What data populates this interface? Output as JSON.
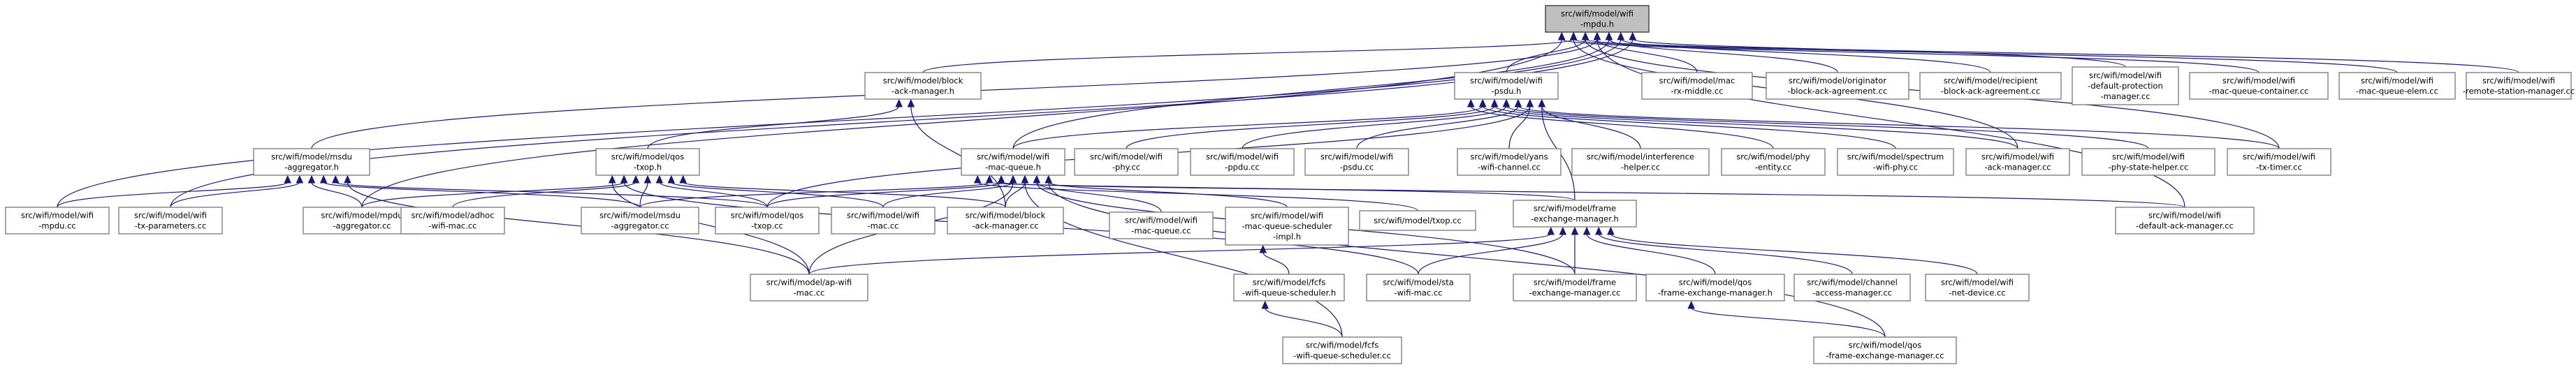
{
  "graph": {
    "nodes": [
      {
        "id": "root",
        "lines": [
          "src/wifi/model/wifi",
          "-mpdu.h"
        ],
        "root": true
      },
      {
        "id": "block_ack_manager_h",
        "lines": [
          "src/wifi/model/block",
          "-ack-manager.h"
        ]
      },
      {
        "id": "wifi_psdu_h",
        "lines": [
          "src/wifi/model/wifi",
          "-psdu.h"
        ]
      },
      {
        "id": "mac_rx_middle_cc",
        "lines": [
          "src/wifi/model/mac",
          "-rx-middle.cc"
        ]
      },
      {
        "id": "originator_cc",
        "lines": [
          "src/wifi/model/originator",
          "-block-ack-agreement.cc"
        ]
      },
      {
        "id": "recipient_cc",
        "lines": [
          "src/wifi/model/recipient",
          "-block-ack-agreement.cc"
        ]
      },
      {
        "id": "default_protection_cc",
        "lines": [
          "src/wifi/model/wifi",
          "-default-protection",
          "-manager.cc"
        ]
      },
      {
        "id": "queue_container_cc",
        "lines": [
          "src/wifi/model/wifi",
          "-mac-queue-container.cc"
        ]
      },
      {
        "id": "queue_elem_cc",
        "lines": [
          "src/wifi/model/wifi",
          "-mac-queue-elem.cc"
        ]
      },
      {
        "id": "remote_station_cc",
        "lines": [
          "src/wifi/model/wifi",
          "-remote-station-manager.cc"
        ]
      },
      {
        "id": "msdu_aggregator_h",
        "lines": [
          "src/wifi/model/msdu",
          "-aggregator.h"
        ]
      },
      {
        "id": "qos_txop_h",
        "lines": [
          "src/wifi/model/qos",
          "-txop.h"
        ]
      },
      {
        "id": "mac_queue_h",
        "lines": [
          "src/wifi/model/wifi",
          "-mac-queue.h"
        ]
      },
      {
        "id": "wifi_phy_cc",
        "lines": [
          "src/wifi/model/wifi",
          "-phy.cc"
        ]
      },
      {
        "id": "wifi_ppdu_cc",
        "lines": [
          "src/wifi/model/wifi",
          "-ppdu.cc"
        ]
      },
      {
        "id": "wifi_psdu_cc",
        "lines": [
          "src/wifi/model/wifi",
          "-psdu.cc"
        ]
      },
      {
        "id": "yans_channel_cc",
        "lines": [
          "src/wifi/model/yans",
          "-wifi-channel.cc"
        ]
      },
      {
        "id": "interference_cc",
        "lines": [
          "src/wifi/model/interference",
          "-helper.cc"
        ]
      },
      {
        "id": "phy_entity_cc",
        "lines": [
          "src/wifi/model/phy",
          "-entity.cc"
        ]
      },
      {
        "id": "spectrum_phy_cc",
        "lines": [
          "src/wifi/model/spectrum",
          "-wifi-phy.cc"
        ]
      },
      {
        "id": "ack_manager_cc",
        "lines": [
          "src/wifi/model/wifi",
          "-ack-manager.cc"
        ]
      },
      {
        "id": "phy_state_cc",
        "lines": [
          "src/wifi/model/wifi",
          "-phy-state-helper.cc"
        ]
      },
      {
        "id": "tx_timer_cc",
        "lines": [
          "src/wifi/model/wifi",
          "-tx-timer.cc"
        ]
      },
      {
        "id": "wifi_mpdu_cc",
        "lines": [
          "src/wifi/model/wifi",
          "-mpdu.cc"
        ]
      },
      {
        "id": "tx_parameters_cc",
        "lines": [
          "src/wifi/model/wifi",
          "-tx-parameters.cc"
        ]
      },
      {
        "id": "mpdu_aggregator_cc",
        "lines": [
          "src/wifi/model/mpdu",
          "-aggregator.cc"
        ]
      },
      {
        "id": "adhoc_mac_cc",
        "lines": [
          "src/wifi/model/adhoc",
          "-wifi-mac.cc"
        ]
      },
      {
        "id": "msdu_aggregator_cc",
        "lines": [
          "src/wifi/model/msdu",
          "-aggregator.cc"
        ]
      },
      {
        "id": "qos_txop_cc",
        "lines": [
          "src/wifi/model/qos",
          "-txop.cc"
        ]
      },
      {
        "id": "wifi_mac_cc",
        "lines": [
          "src/wifi/model/wifi",
          "-mac.cc"
        ]
      },
      {
        "id": "block_ack_manager_cc",
        "lines": [
          "src/wifi/model/block",
          "-ack-manager.cc"
        ]
      },
      {
        "id": "mac_queue_cc",
        "lines": [
          "src/wifi/model/wifi",
          "-mac-queue.cc"
        ]
      },
      {
        "id": "queue_scheduler_impl_h",
        "lines": [
          "src/wifi/model/wifi",
          "-mac-queue-scheduler",
          "-impl.h"
        ]
      },
      {
        "id": "txop_cc",
        "lines": [
          "src/wifi/model/txop.cc"
        ]
      },
      {
        "id": "frame_exchange_h",
        "lines": [
          "src/wifi/model/frame",
          "-exchange-manager.h"
        ]
      },
      {
        "id": "default_ack_cc",
        "lines": [
          "src/wifi/model/wifi",
          "-default-ack-manager.cc"
        ]
      },
      {
        "id": "ap_wifi_mac_cc",
        "lines": [
          "src/wifi/model/ap-wifi",
          "-mac.cc"
        ]
      },
      {
        "id": "fcfs_scheduler_h",
        "lines": [
          "src/wifi/model/fcfs",
          "-wifi-queue-scheduler.h"
        ]
      },
      {
        "id": "sta_wifi_mac_cc",
        "lines": [
          "src/wifi/model/sta",
          "-wifi-mac.cc"
        ]
      },
      {
        "id": "frame_exchange_cc",
        "lines": [
          "src/wifi/model/frame",
          "-exchange-manager.cc"
        ]
      },
      {
        "id": "qos_frame_exchange_h",
        "lines": [
          "src/wifi/model/qos",
          "-frame-exchange-manager.h"
        ]
      },
      {
        "id": "channel_access_cc",
        "lines": [
          "src/wifi/model/channel",
          "-access-manager.cc"
        ]
      },
      {
        "id": "net_device_cc",
        "lines": [
          "src/wifi/model/wifi",
          "-net-device.cc"
        ]
      },
      {
        "id": "fcfs_scheduler_cc",
        "lines": [
          "src/wifi/model/fcfs",
          "-wifi-queue-scheduler.cc"
        ]
      },
      {
        "id": "qos_frame_exchange_cc",
        "lines": [
          "src/wifi/model/qos",
          "-frame-exchange-manager.cc"
        ]
      }
    ],
    "edges": [
      [
        "block_ack_manager_h",
        "root"
      ],
      [
        "wifi_psdu_h",
        "root"
      ],
      [
        "mac_rx_middle_cc",
        "root"
      ],
      [
        "originator_cc",
        "root"
      ],
      [
        "recipient_cc",
        "root"
      ],
      [
        "default_protection_cc",
        "root"
      ],
      [
        "queue_container_cc",
        "root"
      ],
      [
        "queue_elem_cc",
        "root"
      ],
      [
        "remote_station_cc",
        "root"
      ],
      [
        "msdu_aggregator_h",
        "root"
      ],
      [
        "mac_queue_h",
        "root"
      ],
      [
        "wifi_mpdu_cc",
        "root"
      ],
      [
        "tx_parameters_cc",
        "root"
      ],
      [
        "mpdu_aggregator_cc",
        "root"
      ],
      [
        "ack_manager_cc",
        "root"
      ],
      [
        "tx_timer_cc",
        "root"
      ],
      [
        "default_ack_cc",
        "root"
      ],
      [
        "qos_txop_h",
        "block_ack_manager_h"
      ],
      [
        "block_ack_manager_cc",
        "block_ack_manager_h"
      ],
      [
        "mac_queue_h",
        "wifi_psdu_h"
      ],
      [
        "wifi_phy_cc",
        "wifi_psdu_h"
      ],
      [
        "wifi_ppdu_cc",
        "wifi_psdu_h"
      ],
      [
        "wifi_psdu_cc",
        "wifi_psdu_h"
      ],
      [
        "yans_channel_cc",
        "wifi_psdu_h"
      ],
      [
        "interference_cc",
        "wifi_psdu_h"
      ],
      [
        "phy_entity_cc",
        "wifi_psdu_h"
      ],
      [
        "spectrum_phy_cc",
        "wifi_psdu_h"
      ],
      [
        "ack_manager_cc",
        "wifi_psdu_h"
      ],
      [
        "phy_state_cc",
        "wifi_psdu_h"
      ],
      [
        "tx_timer_cc",
        "wifi_psdu_h"
      ],
      [
        "qos_txop_cc",
        "wifi_psdu_h"
      ],
      [
        "frame_exchange_h",
        "wifi_psdu_h"
      ],
      [
        "wifi_mpdu_cc",
        "msdu_aggregator_h"
      ],
      [
        "tx_parameters_cc",
        "msdu_aggregator_h"
      ],
      [
        "mpdu_aggregator_cc",
        "msdu_aggregator_h"
      ],
      [
        "msdu_aggregator_cc",
        "msdu_aggregator_h"
      ],
      [
        "qos_txop_cc",
        "msdu_aggregator_h"
      ],
      [
        "ap_wifi_mac_cc",
        "msdu_aggregator_h"
      ],
      [
        "mpdu_aggregator_cc",
        "qos_txop_h"
      ],
      [
        "adhoc_mac_cc",
        "qos_txop_h"
      ],
      [
        "msdu_aggregator_cc",
        "qos_txop_h"
      ],
      [
        "qos_txop_cc",
        "qos_txop_h"
      ],
      [
        "wifi_mac_cc",
        "qos_txop_h"
      ],
      [
        "block_ack_manager_cc",
        "qos_txop_h"
      ],
      [
        "ap_wifi_mac_cc",
        "qos_txop_h"
      ],
      [
        "sta_wifi_mac_cc",
        "qos_txop_h"
      ],
      [
        "msdu_aggregator_cc",
        "mac_queue_h"
      ],
      [
        "qos_txop_cc",
        "mac_queue_h"
      ],
      [
        "wifi_mac_cc",
        "mac_queue_h"
      ],
      [
        "block_ack_manager_cc",
        "mac_queue_h"
      ],
      [
        "mac_queue_cc",
        "mac_queue_h"
      ],
      [
        "queue_scheduler_impl_h",
        "mac_queue_h"
      ],
      [
        "txop_cc",
        "mac_queue_h"
      ],
      [
        "frame_exchange_h",
        "mac_queue_h"
      ],
      [
        "default_ack_cc",
        "mac_queue_h"
      ],
      [
        "ap_wifi_mac_cc",
        "mac_queue_h"
      ],
      [
        "fcfs_scheduler_cc",
        "mac_queue_h"
      ],
      [
        "frame_exchange_cc",
        "mac_queue_h"
      ],
      [
        "qos_frame_exchange_cc",
        "mac_queue_h"
      ],
      [
        "fcfs_scheduler_h",
        "queue_scheduler_impl_h"
      ],
      [
        "fcfs_scheduler_cc",
        "fcfs_scheduler_h"
      ],
      [
        "ap_wifi_mac_cc",
        "frame_exchange_h"
      ],
      [
        "sta_wifi_mac_cc",
        "frame_exchange_h"
      ],
      [
        "frame_exchange_cc",
        "frame_exchange_h"
      ],
      [
        "qos_frame_exchange_h",
        "frame_exchange_h"
      ],
      [
        "channel_access_cc",
        "frame_exchange_h"
      ],
      [
        "net_device_cc",
        "frame_exchange_h"
      ],
      [
        "qos_frame_exchange_cc",
        "qos_frame_exchange_h"
      ]
    ]
  }
}
